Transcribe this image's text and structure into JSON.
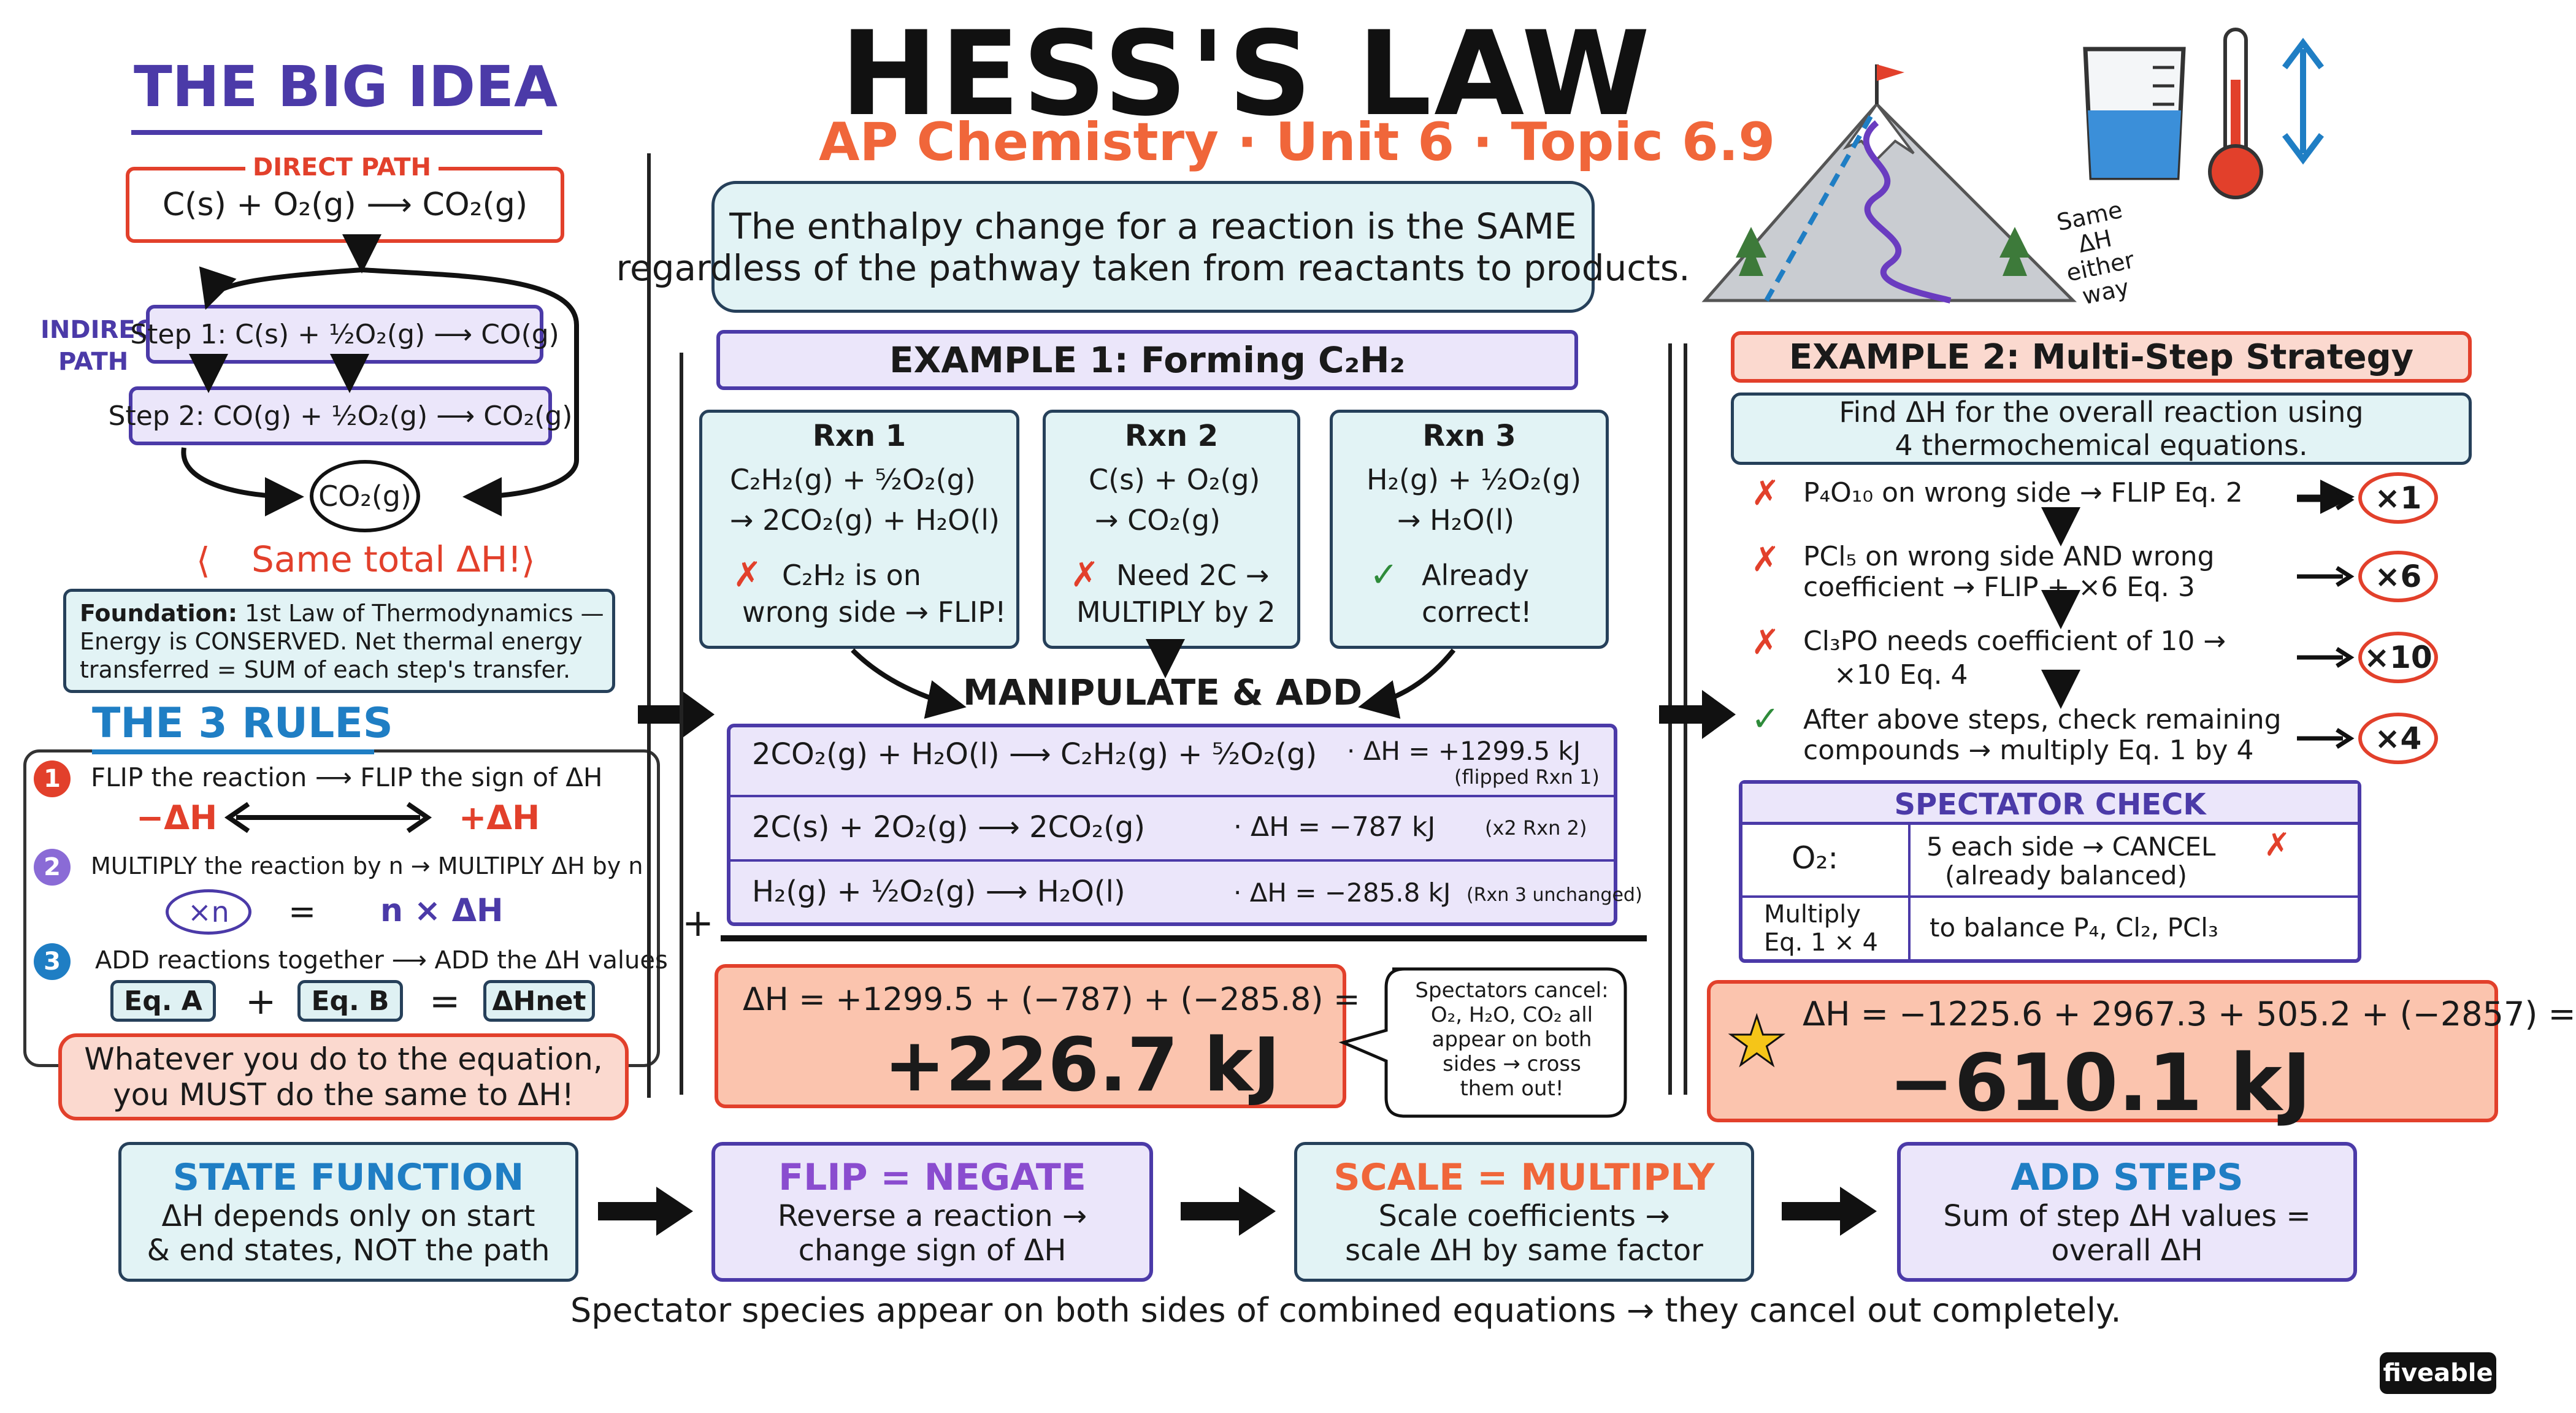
{
  "header": {
    "title": "HESS'S LAW",
    "subtitle": "AP Chemistry · Unit 6 · Topic 6.9",
    "definition_line1": "The enthalpy change for a reaction is the SAME",
    "definition_line2": "regardless of the pathway taken from reactants to products.",
    "mountain_note": [
      "Same",
      "ΔH",
      "either",
      "way"
    ]
  },
  "big_idea": {
    "title": "THE BIG IDEA",
    "direct_label": "DIRECT PATH",
    "direct_eq": "C(s) + O₂(g) ⟶ CO₂(g)",
    "indirect_label_1": "INDIRECT",
    "indirect_label_2": "PATH",
    "step1": "Step 1:  C(s) + ½O₂(g) ⟶ CO(g)",
    "step2": "Step 2:  CO(g) + ½O₂(g) ⟶ CO₂(g)",
    "product": "CO₂(g)",
    "same_total": "Same total ΔH!",
    "foundation_label": "Foundation:",
    "foundation_line1": "1st Law of Thermodynamics —",
    "foundation_line2": "Energy is CONSERVED. Net thermal energy",
    "foundation_line3": "transferred = SUM of each step's transfer."
  },
  "rules": {
    "title": "THE 3 RULES",
    "rule1": "FLIP the reaction ⟶ FLIP the sign of ΔH",
    "rule1_left": "−ΔH",
    "rule1_right": "+ΔH",
    "rule2": "MULTIPLY the reaction by n → MULTIPLY ΔH by n",
    "rule2_left": "×n",
    "rule2_eq": "=",
    "rule2_right": "n × ΔH",
    "rule3": "ADD reactions together ⟶ ADD the ΔH values",
    "rule3_a": "Eq. A",
    "rule3_plus": "+",
    "rule3_b": "Eq. B",
    "rule3_eq": "=",
    "rule3_net": "ΔHnet",
    "numbers": [
      "1",
      "2",
      "3"
    ],
    "callout_line1": "Whatever you do to the equation,",
    "callout_line2": "you MUST do the same to ΔH!"
  },
  "example1": {
    "title": "EXAMPLE 1: Forming C₂H₂",
    "rxns": [
      {
        "name": "Rxn 1",
        "line1": "C₂H₂(g) + ⁵⁄₂O₂(g)",
        "line2": "→ 2CO₂(g) + H₂O(l)",
        "mark": "✗",
        "note1": "C₂H₂ is on",
        "note2": "wrong side → FLIP!"
      },
      {
        "name": "Rxn 2",
        "line1": "C(s) + O₂(g)",
        "line2": "→ CO₂(g)",
        "mark": "✗",
        "note1": "Need 2C →",
        "note2": "MULTIPLY by 2"
      },
      {
        "name": "Rxn 3",
        "line1": "H₂(g) + ½O₂(g)",
        "line2": "→ H₂O(l)",
        "mark": "✓",
        "note1": "Already",
        "note2": "correct!"
      }
    ],
    "manipulate": "MANIPULATE & ADD",
    "rows": [
      {
        "eq": "2CO₂(g) + H₂O(l) ⟶ C₂H₂(g) + ⁵⁄₂O₂(g)",
        "dh": "· ΔH = +1299.5 kJ",
        "note": "(flipped Rxn 1)"
      },
      {
        "eq": "2C(s) + 2O₂(g) ⟶ 2CO₂(g)",
        "dh": "· ΔH = −787 kJ",
        "note": "(x2 Rxn 2)"
      },
      {
        "eq": "H₂(g) + ½O₂(g) ⟶ H₂O(l)",
        "dh": "· ΔH = −285.8 kJ",
        "note": "(Rxn 3 unchanged)"
      }
    ],
    "plus": "+",
    "sum_line": "ΔH = +1299.5 + (−787) + (−285.8) =",
    "result": "+226.7 kJ",
    "bubble": [
      "Spectators cancel:",
      "O₂, H₂O, CO₂ all",
      "appear on both",
      "sides → cross",
      "them out!"
    ]
  },
  "example2": {
    "title": "EXAMPLE 2: Multi-Step Strategy",
    "intro1": "Find ΔH for the overall reaction using",
    "intro2": "4 thermochemical equations.",
    "steps": [
      {
        "mark": "✗",
        "line1": "P₄O₁₀ on wrong side → FLIP Eq. 2",
        "line2": "",
        "badge": "×1"
      },
      {
        "mark": "✗",
        "line1": "PCl₅ on wrong side AND wrong",
        "line2": "coefficient → FLIP + ×6 Eq. 3",
        "badge": "×6"
      },
      {
        "mark": "✗",
        "line1": "Cl₃PO needs coefficient of 10 →",
        "line2": "×10 Eq. 4",
        "badge": "×10"
      },
      {
        "mark": "✓",
        "line1": "After above steps, check remaining",
        "line2": "compounds → multiply Eq. 1 by 4",
        "badge": "×4"
      }
    ],
    "spectator_title": "SPECTATOR CHECK",
    "spec_row1_left": "O₂:",
    "spec_row1_right1": "5 each side → CANCEL",
    "spec_row1_mark": "✗",
    "spec_row1_right2": "(already balanced)",
    "spec_row2_left1": "Multiply",
    "spec_row2_left2": "Eq. 1 × 4",
    "spec_row2_right": "to balance P₄, Cl₂, PCl₃",
    "sum_line": "ΔH = −1225.6 + 2967.3 + 505.2 + (−2857) =",
    "result": "−610.1 kJ",
    "star": "★"
  },
  "summary": {
    "cards": [
      {
        "title": "STATE FUNCTION",
        "line1": "ΔH depends only on start",
        "line2": "& end states, NOT the path"
      },
      {
        "title": "FLIP = NEGATE",
        "line1": "Reverse a reaction →",
        "line2": "change sign of ΔH"
      },
      {
        "title": "SCALE = MULTIPLY",
        "line1": "Scale coefficients →",
        "line2": "scale ΔH by same factor"
      },
      {
        "title": "ADD STEPS",
        "line1": "Sum of step ΔH values =",
        "line2": "overall ΔH"
      }
    ],
    "footer": "Spectator species appear on both sides of combined equations → they cancel out completely.",
    "brand": "fiveable"
  },
  "colors": {
    "red": "#e2402b",
    "purple": "#4b3aa8",
    "blue": "#1f7ec4",
    "green": "#2e8b3a",
    "teal_fill": "#e2f3f5",
    "lavender_fill": "#ebe6fa",
    "salmon_fill": "#fbc4ae"
  }
}
